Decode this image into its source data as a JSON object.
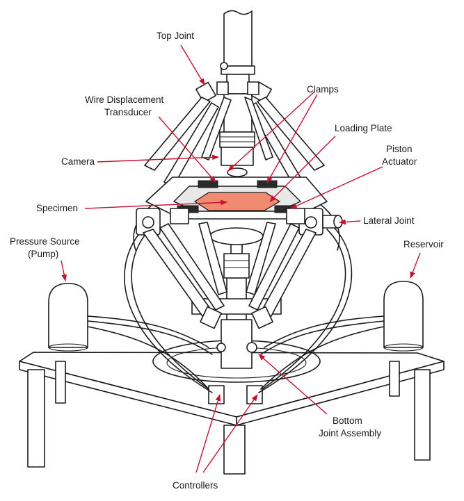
{
  "labels": {
    "top_joint": "Top Joint",
    "wire_line1": "Wire Displacement",
    "wire_line2": "Transducer",
    "clamps": "Clamps",
    "loading_plate": "Loading Plate",
    "piston_line1": "Piston",
    "piston_line2": "Actuator",
    "camera": "Camera",
    "specimen": "Specimen",
    "lateral_joint": "Lateral Joint",
    "pressure_line1": "Pressure Source",
    "pressure_line2": "(Pump)",
    "reservoir": "Reservoir",
    "bottom_line1": "Bottom",
    "bottom_line2": "Joint Assembly",
    "controllers": "Controllers"
  },
  "colors": {
    "leader": "#c8102e",
    "specimen_fill": "#f08a70",
    "ink": "#1a1a1a"
  }
}
